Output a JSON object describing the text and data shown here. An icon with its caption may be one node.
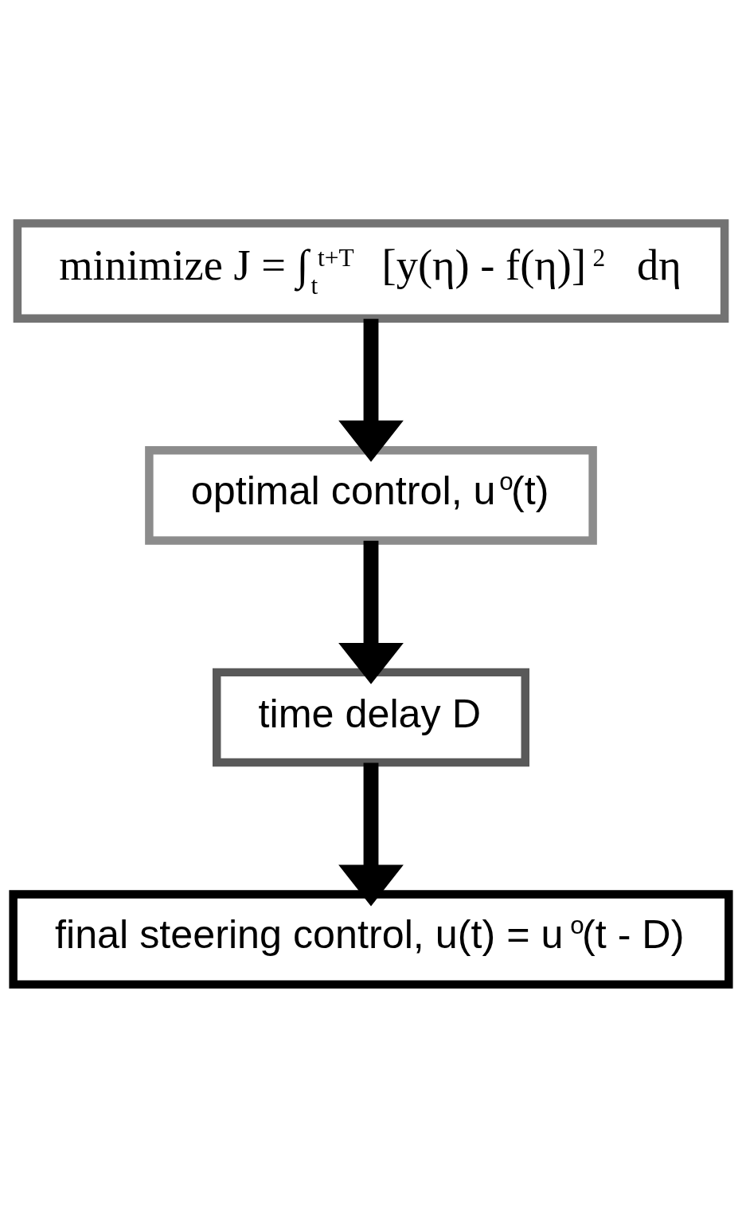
{
  "diagram": {
    "nodes": [
      {
        "text": [
          "minimize J = ∫$_{t}$$^{t+T}$ [y(η) - f(η)]$^{2}$ dη"
        ]
      },
      {
        "text": [
          "optimal control, u$^{o}$(t)"
        ]
      },
      {
        "text": [
          "time delay D"
        ]
      },
      {
        "text": [
          "final steering control, u(t) = u$^{o}$(t - D)"
        ]
      }
    ],
    "edges": [
      {
        "from": 0,
        "to": 1,
        "arrow": "to"
      },
      {
        "from": 1,
        "to": 2,
        "arrow": "to"
      },
      {
        "from": 2,
        "to": 3,
        "arrow": "to"
      }
    ]
  }
}
